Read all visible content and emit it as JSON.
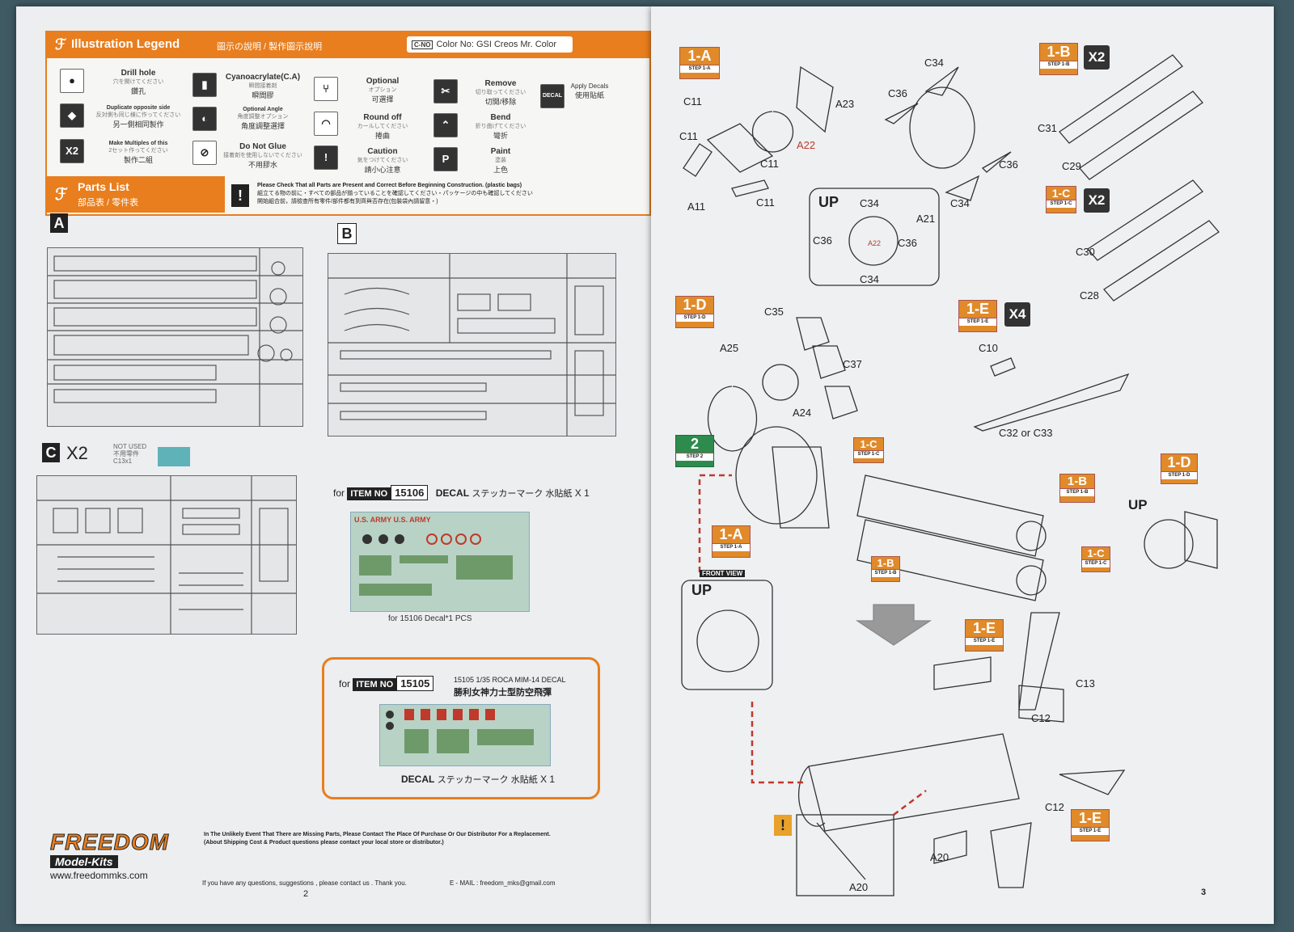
{
  "legend": {
    "title": "Illustration Legend",
    "title_ja": "圖示の說明 / 製作圖示說明",
    "color_no_tag": "C-NO",
    "color_no_label": "Color No: GSI Creos Mr. Color",
    "items": [
      {
        "title": "Drill hole",
        "sub": "穴を開けてください",
        "zh": "鑽孔"
      },
      {
        "title": "Duplicate opposite side",
        "sub": "反対側も同じ様に作ってください",
        "zh": "另一側相同製作"
      },
      {
        "title": "Make Multiples of this",
        "sub": "2セット作ってください",
        "zh": "製作二組"
      },
      {
        "title": "Cyanoacrylate(C.A)",
        "sub": "瞬間接着剤",
        "zh": "瞬間膠"
      },
      {
        "title": "Optional Angle",
        "sub": "角度調整オプション",
        "zh": "角度調整選擇"
      },
      {
        "title": "Do Not Glue",
        "sub": "接着剤を使用しないでください",
        "zh": "不用膠水"
      },
      {
        "title": "Optional",
        "sub": "オプション",
        "zh": "可選擇"
      },
      {
        "title": "Round off",
        "sub": "カールしてください",
        "zh": "捲曲"
      },
      {
        "title": "Caution",
        "sub": "気をつけてください",
        "zh": "請小心注意"
      },
      {
        "title": "Remove",
        "sub": "切り取ってください",
        "zh": "切開/移除"
      },
      {
        "title": "Bend",
        "sub": "折り曲げてください",
        "zh": "彎折"
      },
      {
        "title": "Paint",
        "sub": "塗装",
        "zh": "上色"
      },
      {
        "title": "Apply Decals",
        "sub": "",
        "zh": "使用貼紙"
      }
    ],
    "icon_x2": "X2",
    "icon_decal": "DECAL"
  },
  "parts_list": {
    "title": "Parts List",
    "sub": "部品表 / 零件表",
    "notice_en": "Please Check That all Parts are Present and Correct Before Beginning Construction. (plastic bags)",
    "notice_ja": "組立てる物の前に・すべての部品が揃っていることを確認してください・パッケージの中も確認してください",
    "notice_zh": "開始組合前，請檢查所有零件/部件都有到齊與否存在(包裝袋內請留意・)"
  },
  "sprues": {
    "a": "A",
    "b": "B",
    "c": "C",
    "c_multi": "X2",
    "not_used": "NOT USED",
    "not_used_zh": "不用零件",
    "not_used_part": "C13x1"
  },
  "decal_15106": {
    "for": "for",
    "item_no": "ITEM NO",
    "number": "15106",
    "label": "DECAL",
    "label_ja": "ステッカーマーク 水貼紙",
    "qty": "X 1",
    "caption": "for 15106 Decal*1 PCS",
    "sheet_text": "U.S. ARMY  U.S. ARMY"
  },
  "decal_15105": {
    "for": "for",
    "item_no": "ITEM NO",
    "number": "15105",
    "title": "15105 1/35 ROCA MIM-14 DECAL",
    "title_zh": "勝利女神力士型防空飛彈",
    "label": "DECAL",
    "label_ja": "ステッカーマーク 水貼紙",
    "qty": "X 1"
  },
  "footer": {
    "brand": "FREEDOM",
    "brand_sub": "Model-Kits",
    "website": "www.freedommks.com",
    "line1": "In The Unlikely Event That There are Missing Parts, Please Contact The Place Of Purchase Or Our Distributor For a Replacement.",
    "line2": "(About Shipping Cost & Product questions please contact your local store or distributor.)",
    "line3": "If you have any questions, suggestions , please contact us . Thank you.",
    "email": "E - MAIL : freedom_mks@gmail.com",
    "page_left": "2",
    "page_right": "3"
  },
  "steps": {
    "s1a": {
      "label": "1-A",
      "sub": "STEP 1-A"
    },
    "s1b": {
      "label": "1-B",
      "sub": "STEP 1-B",
      "multi": "X2"
    },
    "s1c": {
      "label": "1-C",
      "sub": "STEP 1-C",
      "multi": "X2"
    },
    "s1d": {
      "label": "1-D",
      "sub": "STEP 1-D"
    },
    "s1e": {
      "label": "1-E",
      "sub": "STEP 1-E",
      "multi": "X4"
    },
    "s2": {
      "label": "2",
      "sub": "STEP 2"
    }
  },
  "parts_labels": {
    "c11": "C11",
    "a23": "A23",
    "a22": "A22",
    "a11": "A11",
    "c34": "C34",
    "c36": "C36",
    "a21": "A21",
    "c31": "C31",
    "c29": "C29",
    "c30": "C30",
    "c28": "C28",
    "c35": "C35",
    "c37": "C37",
    "a25": "A25",
    "a24": "A24",
    "c10": "C10",
    "c32_33": "C32 or C33",
    "c13": "C13",
    "c12": "C12",
    "a20": "A20",
    "up": "UP",
    "front_view": "FRONT VIEW"
  },
  "colors": {
    "orange": "#e87e1e",
    "green": "#2e8b4e",
    "red_dash": "#c0392b"
  }
}
